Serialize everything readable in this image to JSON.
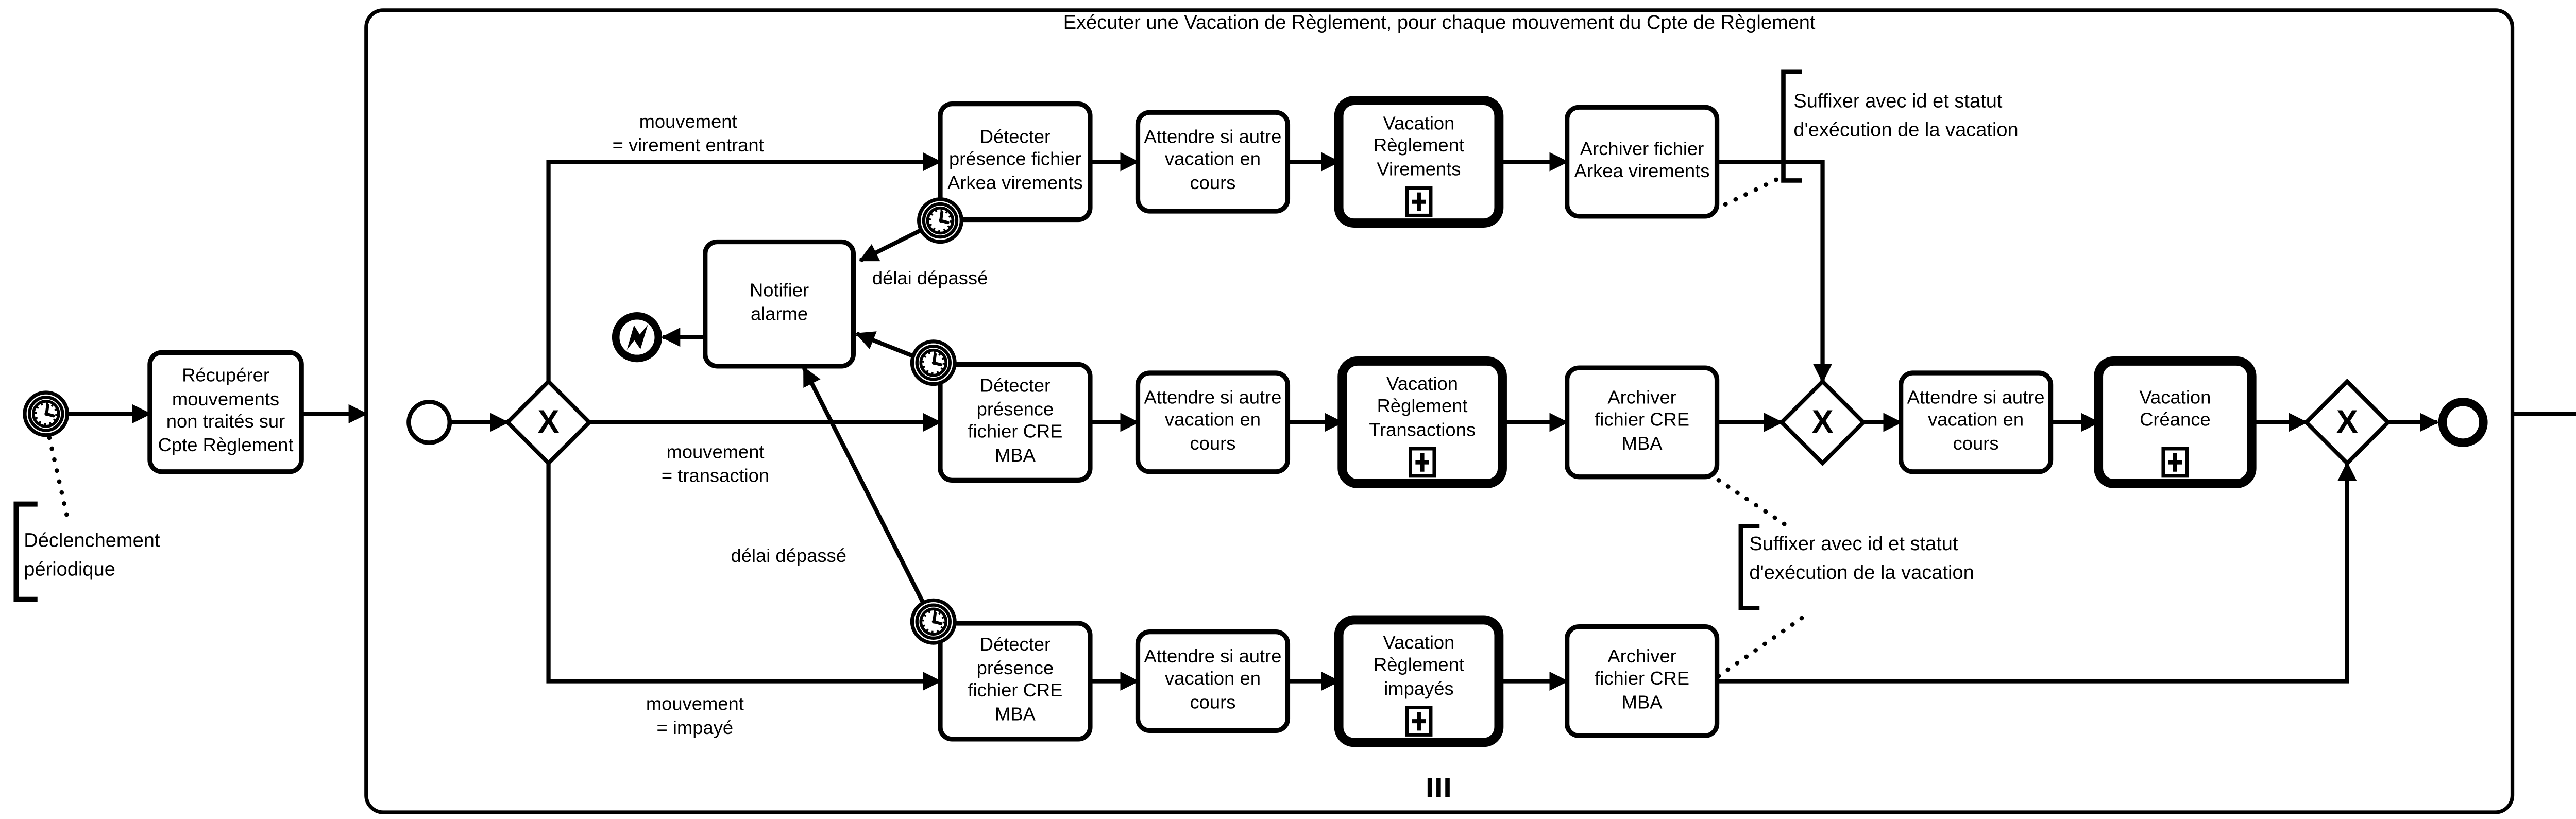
{
  "diagram_title": "Exécuter une Vacation de Règlement, pour chaque mouvement du Cpte de Règlement",
  "annotations": {
    "start": "Déclenchement\npériodique",
    "suffixer": "Suffixer avec id et statut\nd'exécution de la vacation"
  },
  "tasks": {
    "recuperer": "Récupérer\nmouvements\nnon traités sur\nCpte Règlement",
    "detecter_arkea": "Détecter\nprésence fichier\nArkea virements",
    "detecter_cre": "Détecter\nprésence\nfichier CRE\nMBA",
    "attendre": "Attendre si autre\nvacation en\ncours",
    "vacation_virements": "Vacation\nRèglement\nVirements",
    "vacation_transactions": "Vacation\nRèglement\nTransactions",
    "vacation_impayes": "Vacation\nRèglement\nimpayés",
    "vacation_creance": "Vacation\nCréance",
    "archiver_arkea": "Archiver fichier\nArkea virements",
    "archiver_cre": "Archiver\nfichier CRE\nMBA",
    "notifier": "Notifier\nalarme"
  },
  "flow_labels": {
    "virement": "mouvement\n= virement entrant",
    "transaction": "mouvement\n= transaction",
    "impaye": "mouvement\n= impayé",
    "delai": "délai dépassé"
  },
  "markers": {
    "gateway": "X"
  },
  "colors": {
    "line": "#000000",
    "background": "#ffffff"
  }
}
